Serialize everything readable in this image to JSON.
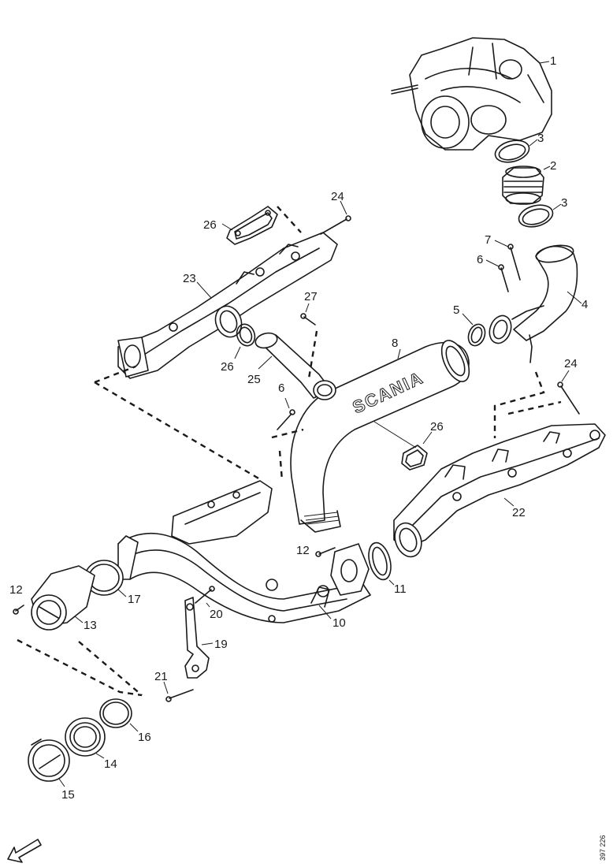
{
  "callouts": {
    "c1": "1",
    "c2": "2",
    "c3a": "3",
    "c3b": "3",
    "c4": "4",
    "c5": "5",
    "c6a": "6",
    "c6b": "6",
    "c7": "7",
    "c8": "8",
    "c10": "10",
    "c11": "11",
    "c12a": "12",
    "c12b": "12",
    "c13": "13",
    "c14": "14",
    "c15": "15",
    "c16": "16",
    "c17": "17",
    "c19": "19",
    "c20": "20",
    "c21": "21",
    "c22": "22",
    "c23": "23",
    "c24a": "24",
    "c24b": "24",
    "c25": "25",
    "c26a": "26",
    "c26b": "26",
    "c26c": "26",
    "c27": "27"
  },
  "logo_text": "SCANIA",
  "drawing_code": "397 226"
}
